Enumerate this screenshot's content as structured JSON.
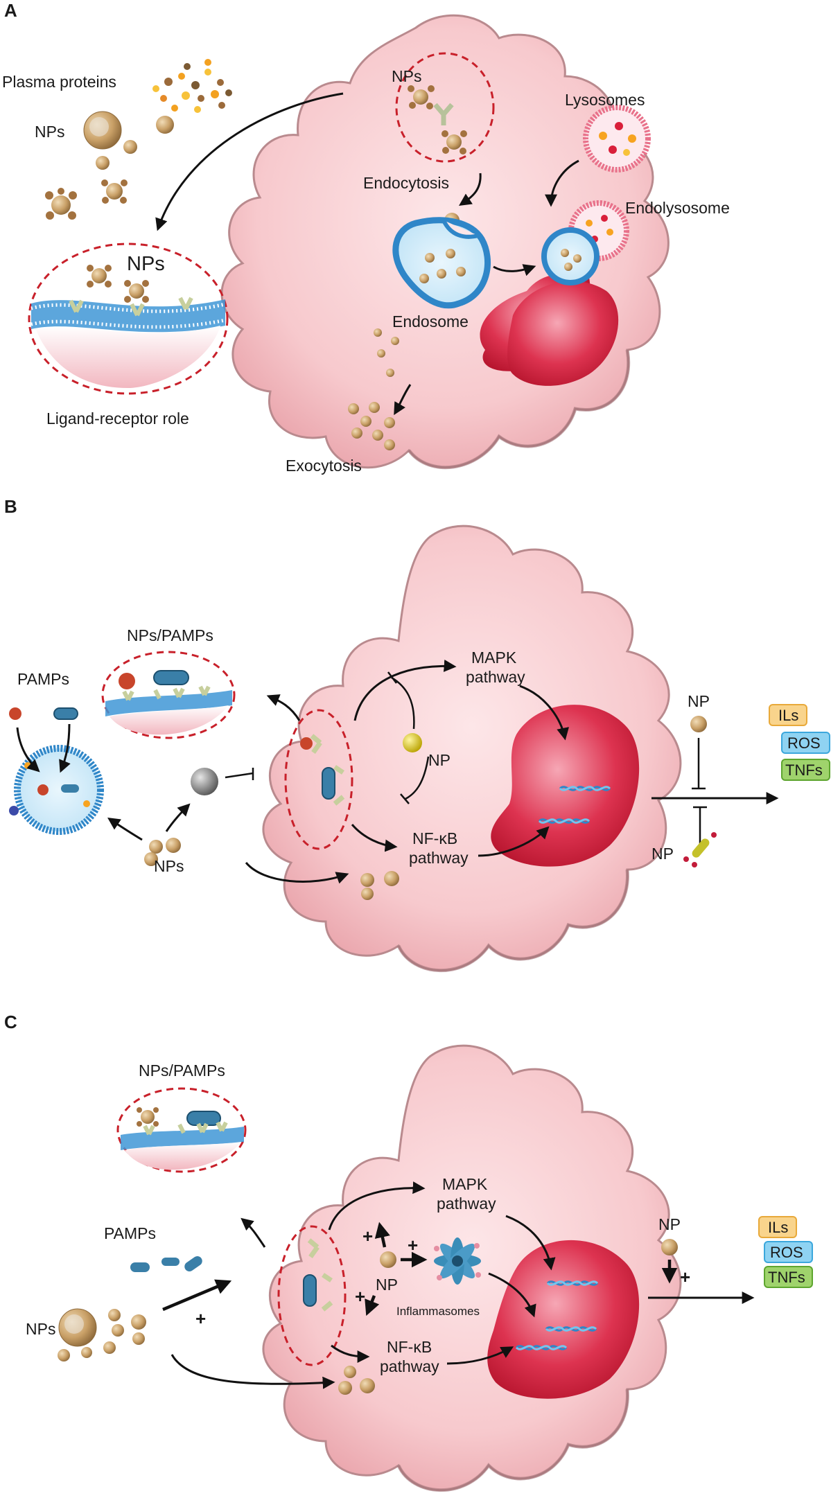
{
  "panels": [
    {
      "id": "A",
      "labels": {
        "plasma_proteins": "Plasma proteins",
        "nps_left": "NPs",
        "nps_top": "NPs",
        "nps_zoom": "NPs",
        "ligand_receptor": "Ligand-receptor role",
        "endocytosis": "Endocytosis",
        "endosome": "Endosome",
        "lysosomes": "Lysosomes",
        "endolysosome": "Endolysosome",
        "exocytosis": "Exocytosis"
      }
    },
    {
      "id": "B",
      "labels": {
        "nps_pamps": "NPs/PAMPs",
        "pamps": "PAMPs",
        "nps": "NPs",
        "mapk_line1": "MAPK",
        "mapk_line2": "pathway",
        "nfkb_line1": "NF-κB",
        "nfkb_line2": "pathway",
        "np_center": "NP",
        "np_top": "NP",
        "np_bottom": "NP"
      },
      "outputs": [
        "ILs",
        "ROS",
        "TNFs"
      ]
    },
    {
      "id": "C",
      "labels": {
        "nps_pamps": "NPs/PAMPs",
        "pamps": "PAMPs",
        "nps": "NPs",
        "mapk_line1": "MAPK",
        "mapk_line2": "pathway",
        "nfkb_line1": "NF-κB",
        "nfkb_line2": "pathway",
        "np_center": "NP",
        "np_right": "NP",
        "inflammasomes": "Inflammasomes",
        "plus": "+"
      },
      "outputs": [
        "ILs",
        "ROS",
        "TNFs"
      ]
    }
  ],
  "colors": {
    "cell_fill": "#f7c9cd",
    "cell_edge": "#b98a8e",
    "nucleus": "#d92e4a",
    "nanoparticle": "#c8a06a",
    "membrane_blue": "#2f86c8",
    "zoom_outline": "#c8202a",
    "badge_ils": "#f9d48c",
    "badge_ros": "#8fd3f2",
    "badge_tnfs": "#9fd36c"
  }
}
